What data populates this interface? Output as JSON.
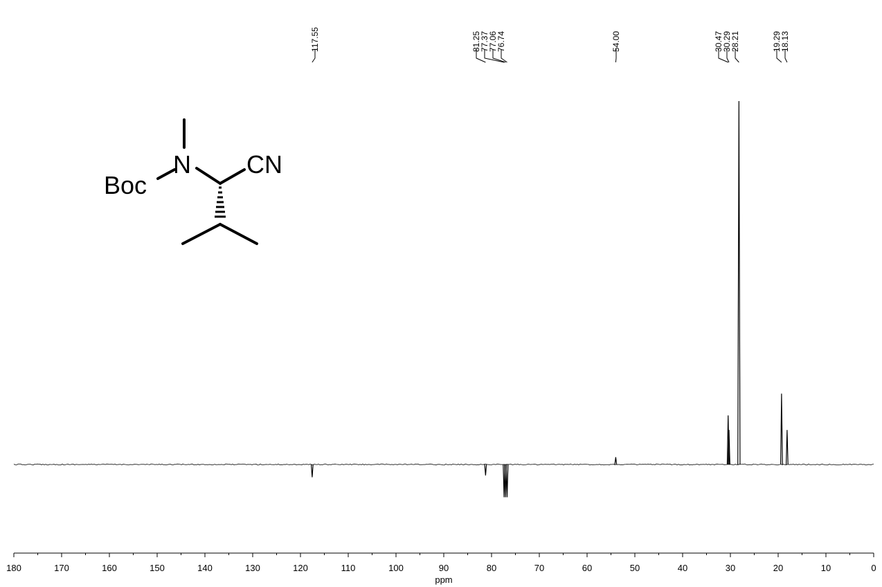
{
  "chart_data": {
    "type": "line",
    "xlabel": "ppm",
    "ylabel": "",
    "xlim": [
      180,
      0
    ],
    "x_reversed": true,
    "x_ticks": [
      "180",
      "170",
      "160",
      "150",
      "140",
      "130",
      "120",
      "110",
      "100",
      "90",
      "80",
      "70",
      "60",
      "50",
      "40",
      "30",
      "20",
      "10",
      "0"
    ],
    "peak_labels": [
      "117.55",
      "81.25",
      "77.37",
      "77.06",
      "76.74",
      "54.00",
      "30.47",
      "30.29",
      "28.21",
      "19.29",
      "18.13"
    ],
    "peaks": [
      {
        "ppm": 117.55,
        "intensity": -0.035
      },
      {
        "ppm": 81.25,
        "intensity": -0.03
      },
      {
        "ppm": 77.37,
        "intensity": -0.09
      },
      {
        "ppm": 77.06,
        "intensity": -0.09
      },
      {
        "ppm": 76.74,
        "intensity": -0.09
      },
      {
        "ppm": 54.0,
        "intensity": 0.02
      },
      {
        "ppm": 30.47,
        "intensity": 0.135
      },
      {
        "ppm": 30.29,
        "intensity": 0.095
      },
      {
        "ppm": 28.21,
        "intensity": 1.0
      },
      {
        "ppm": 19.29,
        "intensity": 0.195
      },
      {
        "ppm": 18.13,
        "intensity": 0.095
      }
    ],
    "grid": false,
    "legend": "none"
  },
  "structure": {
    "labels": {
      "boc": "Boc",
      "n": "N",
      "cn": "CN"
    }
  }
}
